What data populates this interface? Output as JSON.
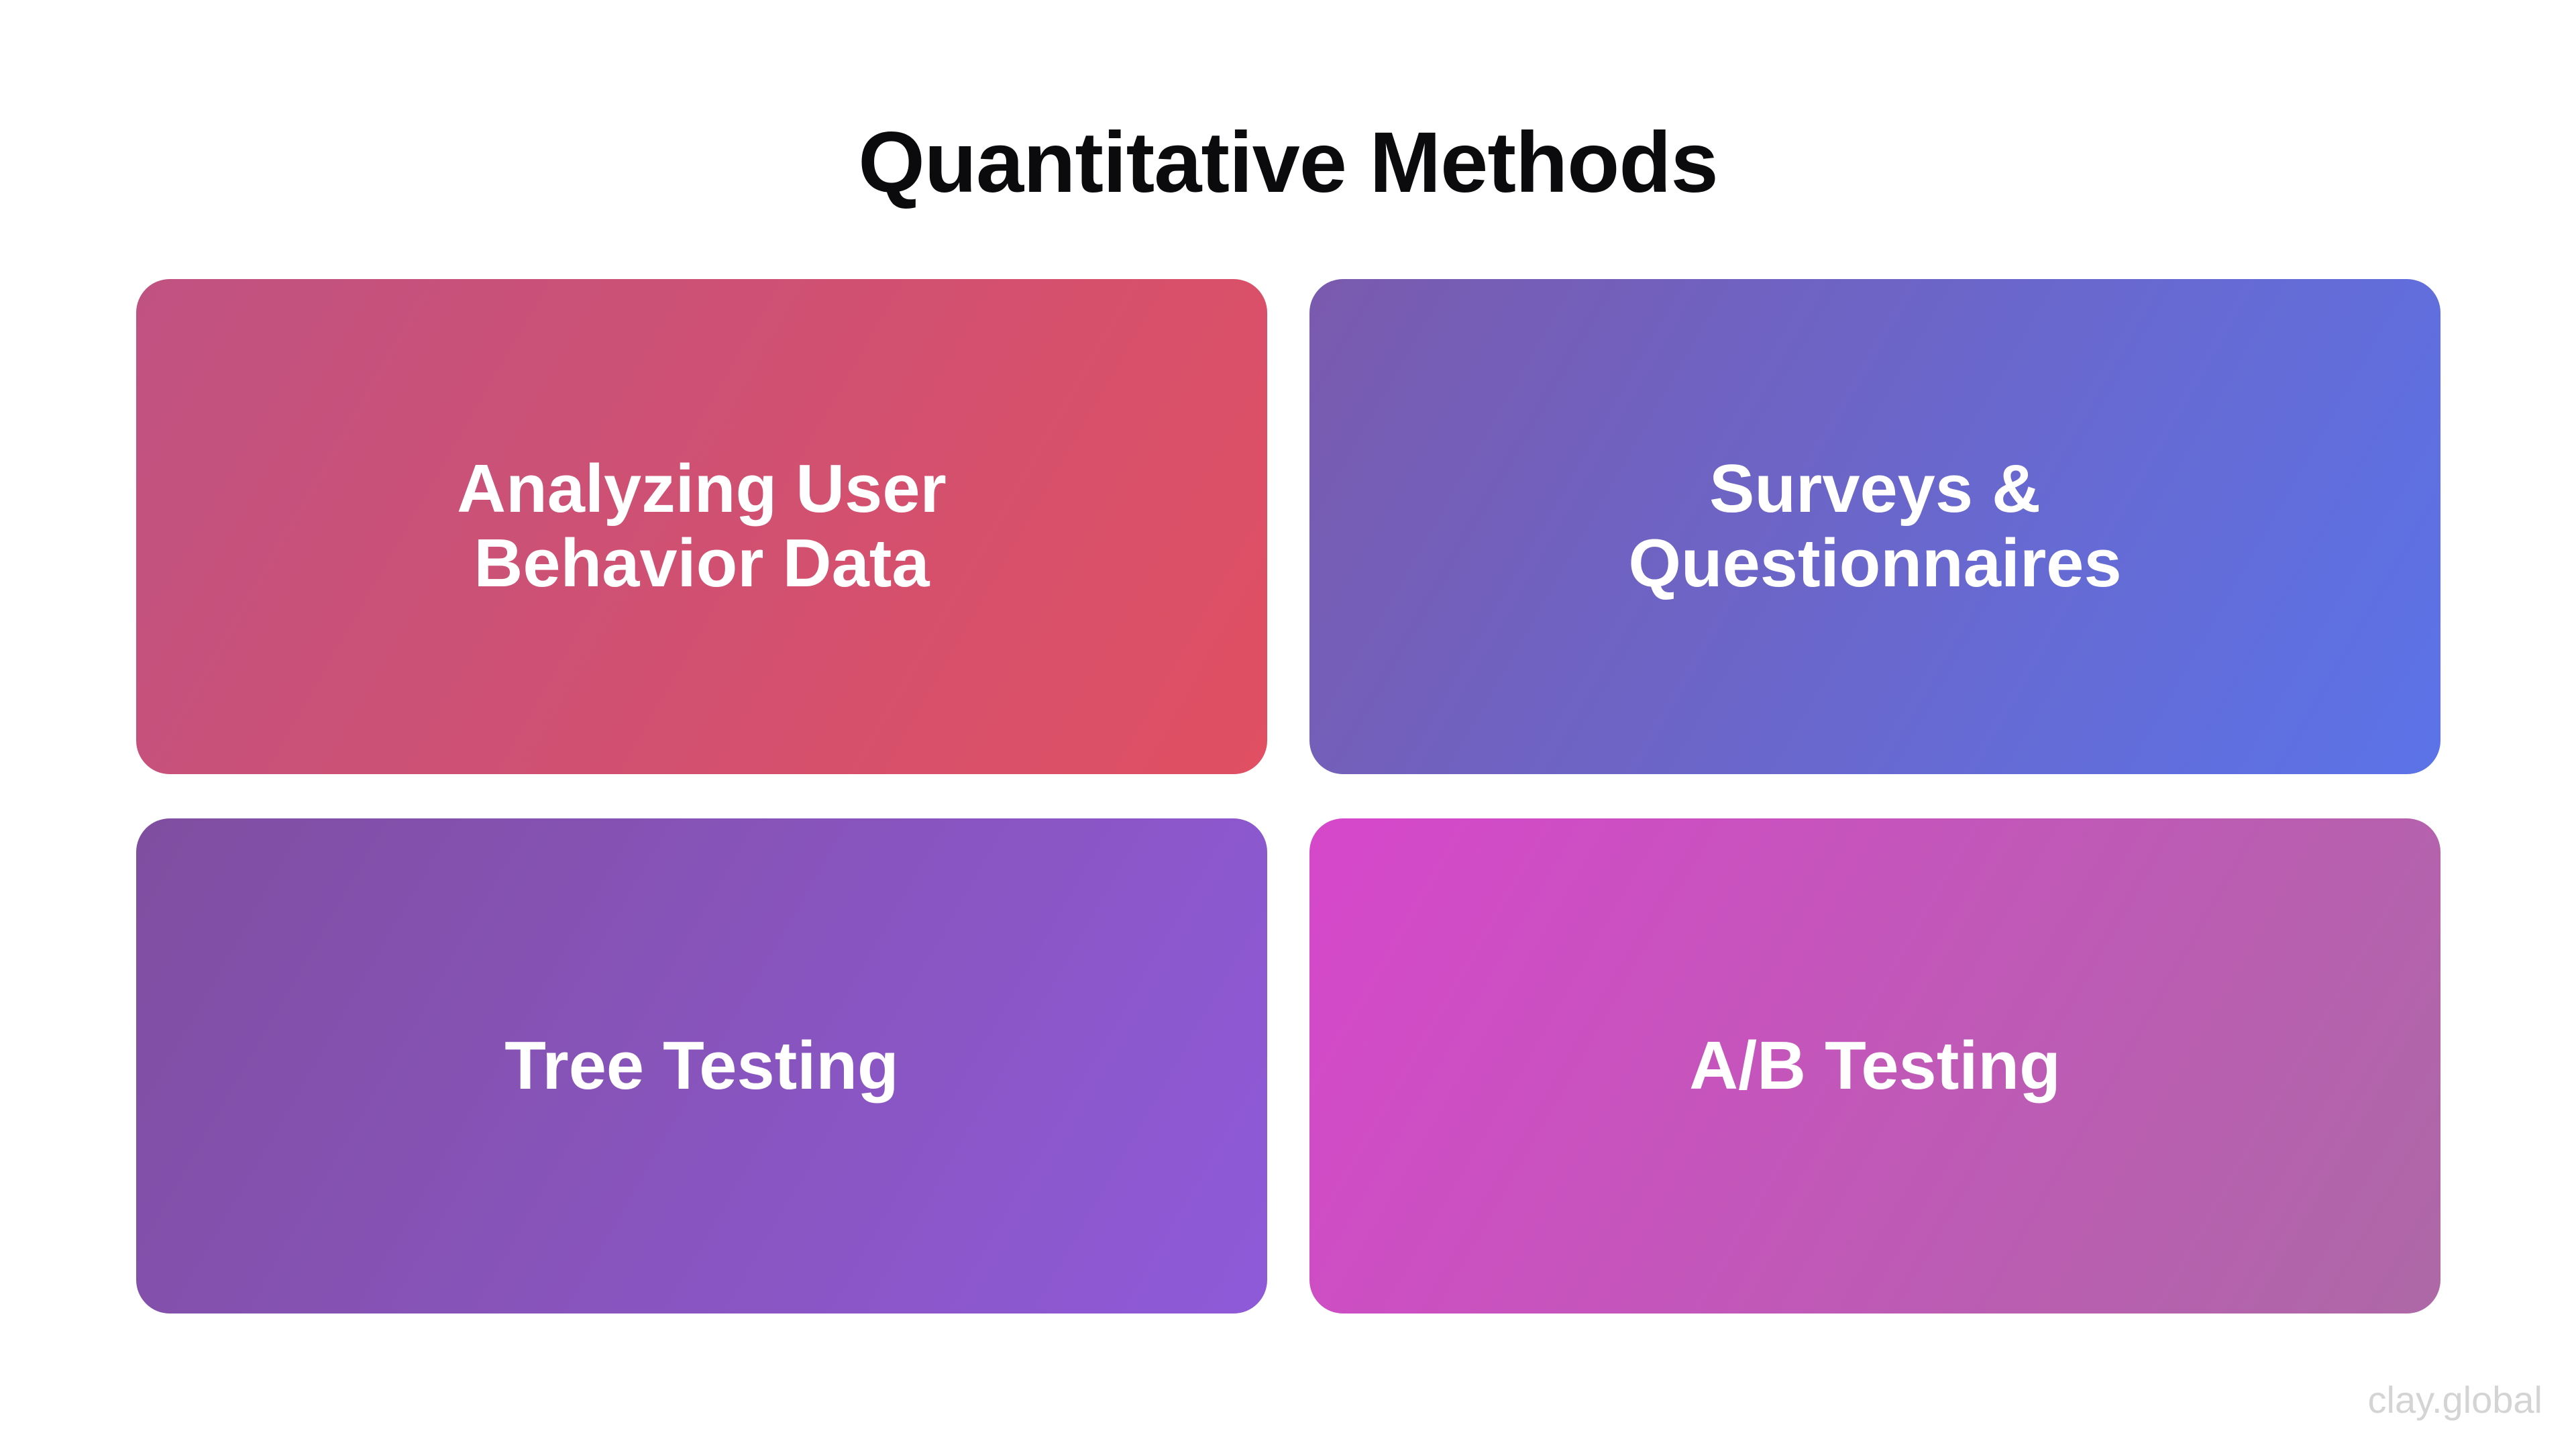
{
  "slide": {
    "title": "Quantitative Methods",
    "watermark": "clay.global"
  },
  "cards": [
    {
      "label": "Analyzing User\nBehavior Data",
      "gradient_start": "#c05282",
      "gradient_end": "#e04f62"
    },
    {
      "label": "Surveys &\nQuestionnaires",
      "gradient_start": "#7a5aae",
      "gradient_end": "#5b73e8"
    },
    {
      "label": "Tree Testing",
      "gradient_start": "#804ea0",
      "gradient_end": "#8f5ad9"
    },
    {
      "label": "A/B Testing",
      "gradient_start": "#d647cb",
      "gradient_end": "#ad68a6"
    }
  ]
}
